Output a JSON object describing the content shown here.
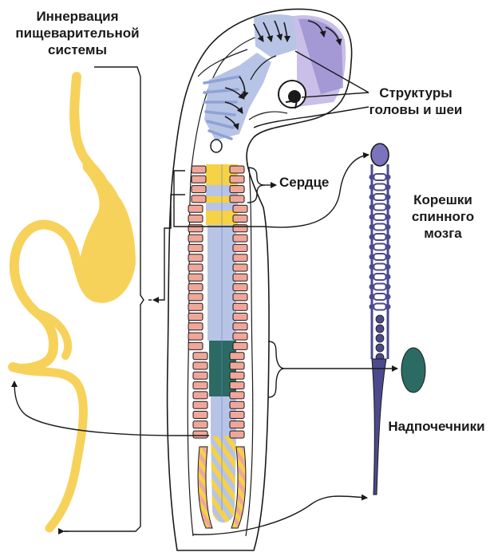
{
  "labels": {
    "gut_line1": "Иннервация",
    "gut_line2": "пищеварительной",
    "gut_line3": "системы",
    "head_line1": "Структуры",
    "head_line2": "головы и шеи",
    "heart": "Сердце",
    "roots_line1": "Корешки",
    "roots_line2": "спинного",
    "roots_line3": "мозга",
    "adrenal": "Надпочечники"
  },
  "colors": {
    "gut_yellow": "#f7d25b",
    "segment_pink": "#f0a79a",
    "neural_blue": "#b8c4e6",
    "neural_blue_dark": "#6d7fc6",
    "heart_yellow": "#f5d246",
    "adrenal_teal": "#2b6b63",
    "purple": "#9b8fd0",
    "root_purple": "#4b4a8c",
    "arrow_dark": "#1a1a1a"
  }
}
